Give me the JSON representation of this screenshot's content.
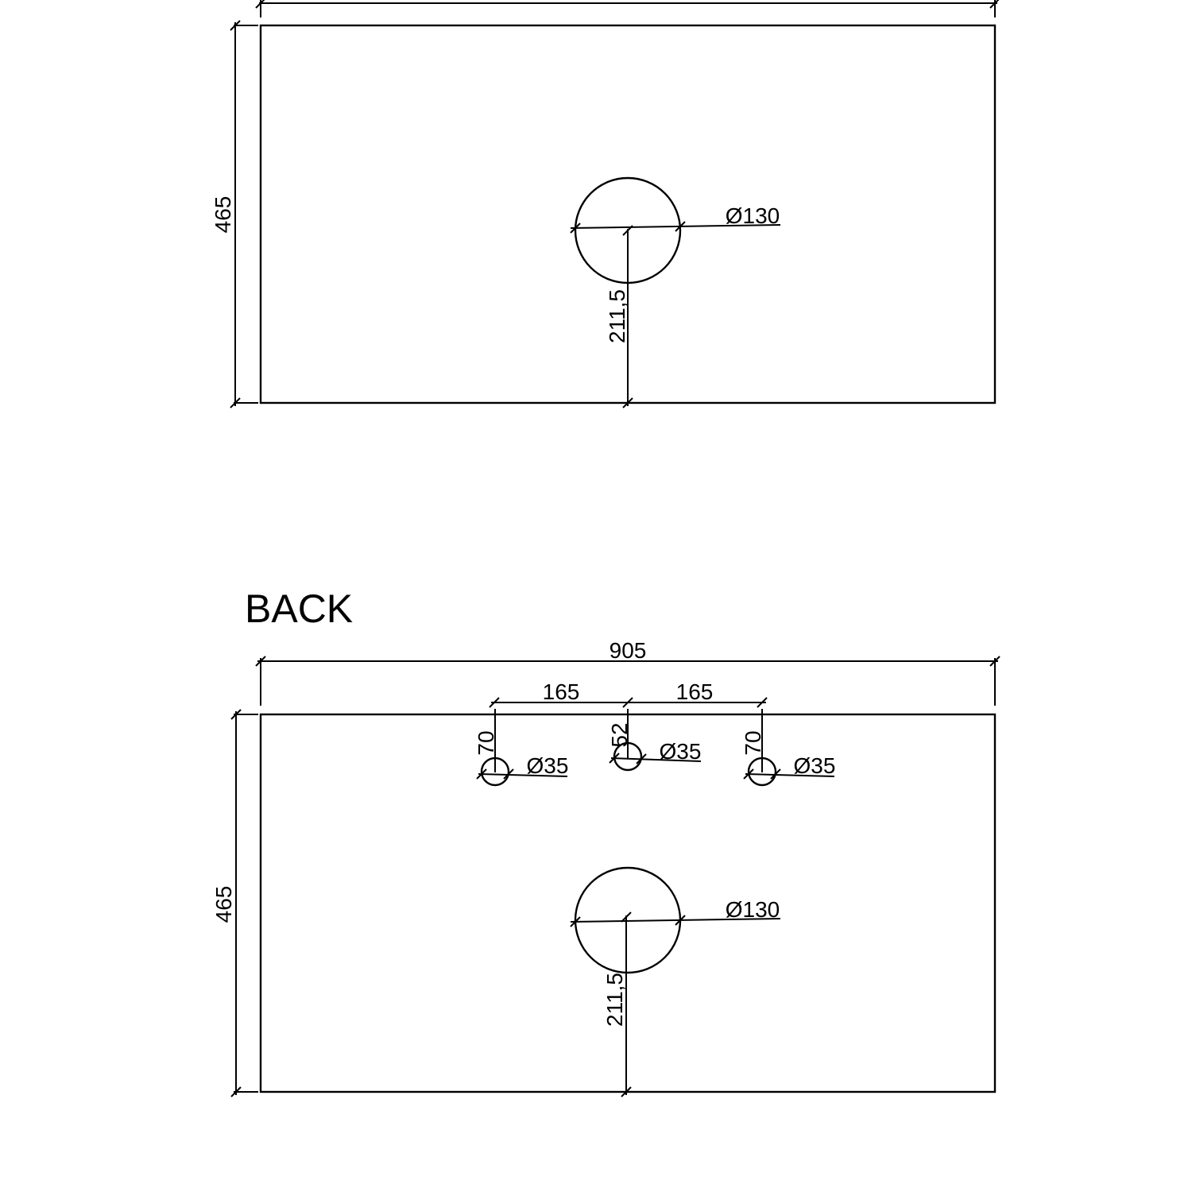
{
  "colors": {
    "line": "#000000",
    "background": "#ffffff"
  },
  "top_view": {
    "width_label": "",
    "height_label": "465",
    "basin_diameter_label": "Ø130",
    "basin_offset_label": "211,5"
  },
  "back_view": {
    "title": "BACK",
    "width_label": "905",
    "height_label": "465",
    "tap_spacing_left_label": "165",
    "tap_spacing_right_label": "165",
    "tap_left_offset_label": "70",
    "tap_center_offset_label": "52",
    "tap_right_offset_label": "70",
    "tap_left_diameter_label": "Ø35",
    "tap_center_diameter_label": "Ø35",
    "tap_right_diameter_label": "Ø35",
    "basin_diameter_label": "Ø130",
    "basin_offset_label": "211,5"
  }
}
